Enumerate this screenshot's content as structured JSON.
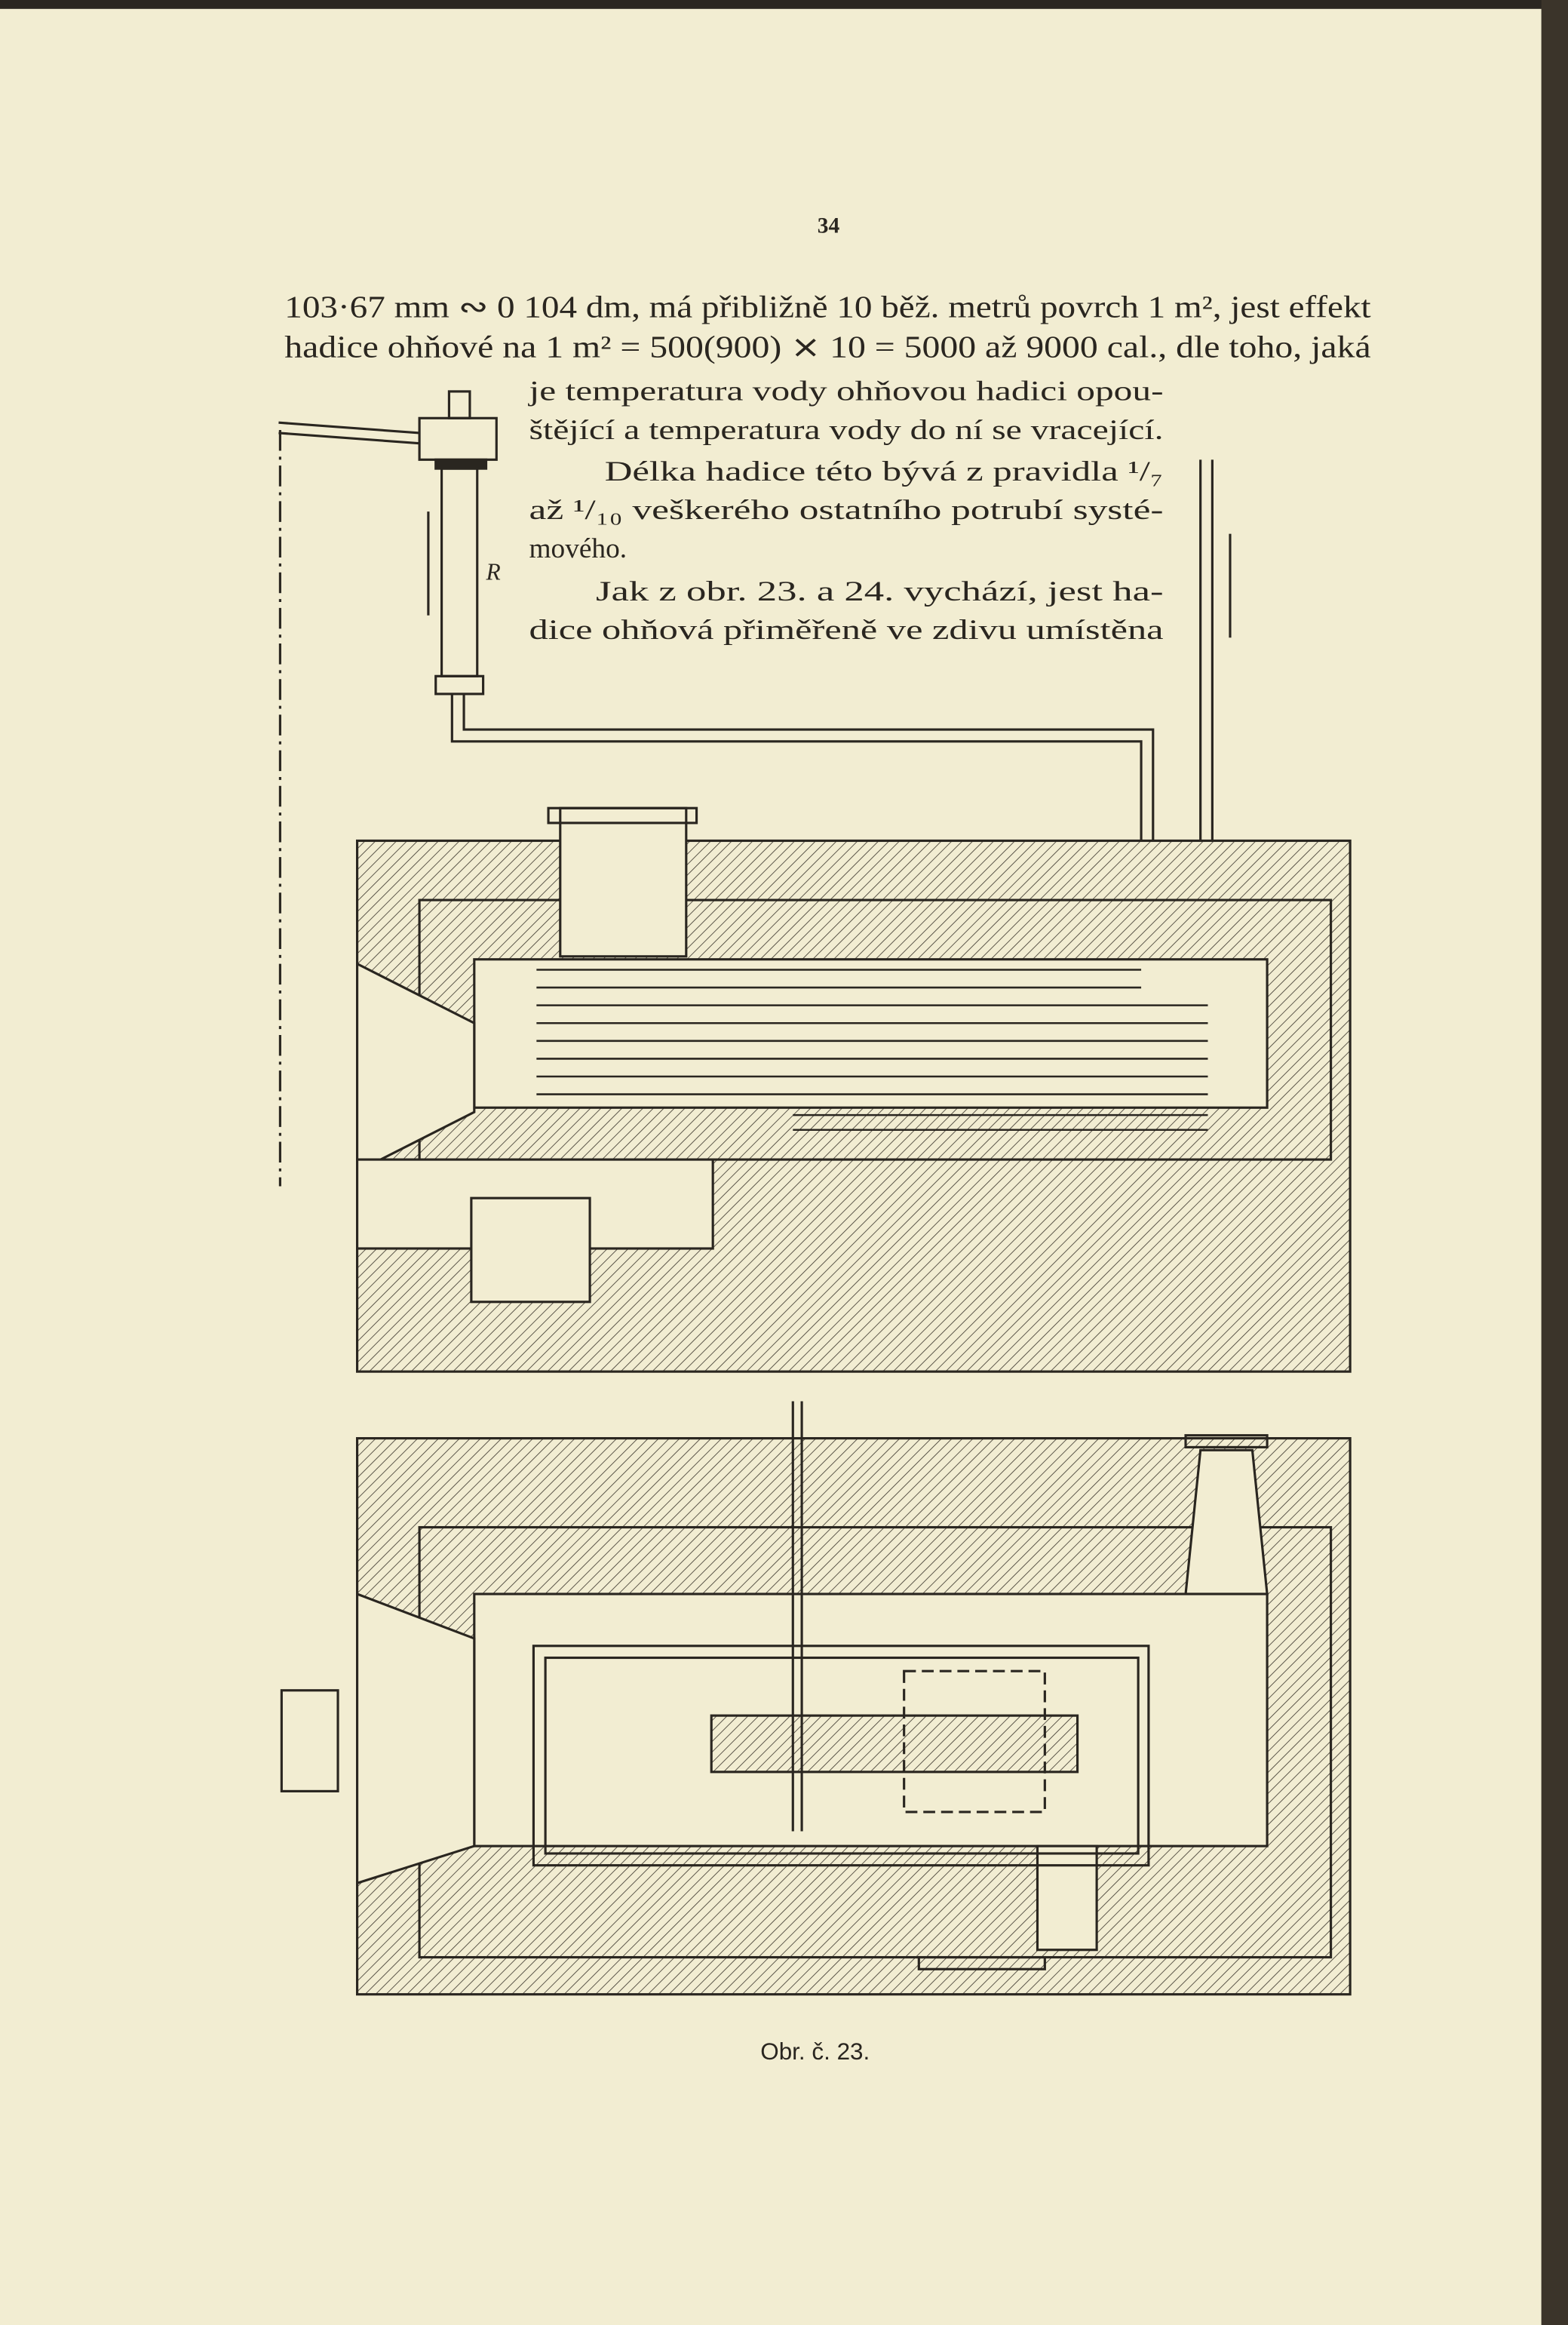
{
  "page_number": "34",
  "body": {
    "lines_full": [
      "103·67 mm ∾ 0 104 dm, má přibližně 10 běž. metrů povrch 1 m², jest effekt",
      "hadice ohňové na 1 m² = 500(900) ⨯ 10 = 5000 až 9000 cal., dle toho, jaká"
    ],
    "lines_narrow": [
      "je temperatura vody ohňovou hadici opou-",
      "štějící a temperatura vody do ní se vracející.",
      "Délka hadice této bývá z pravidla ¹/₇",
      "až ¹/₁₀ veškerého ostatního potrubí systé-",
      "mového.",
      "Jak z obr. 23. a 24. vychází, jest ha-",
      "dice ohňová přiměřeně ve zdivu umístěna"
    ]
  },
  "figure": {
    "label_R": "R",
    "caption": "Obr. č. 23."
  },
  "colors": {
    "paper": "#f2edd2",
    "ink": "#2a2620"
  }
}
